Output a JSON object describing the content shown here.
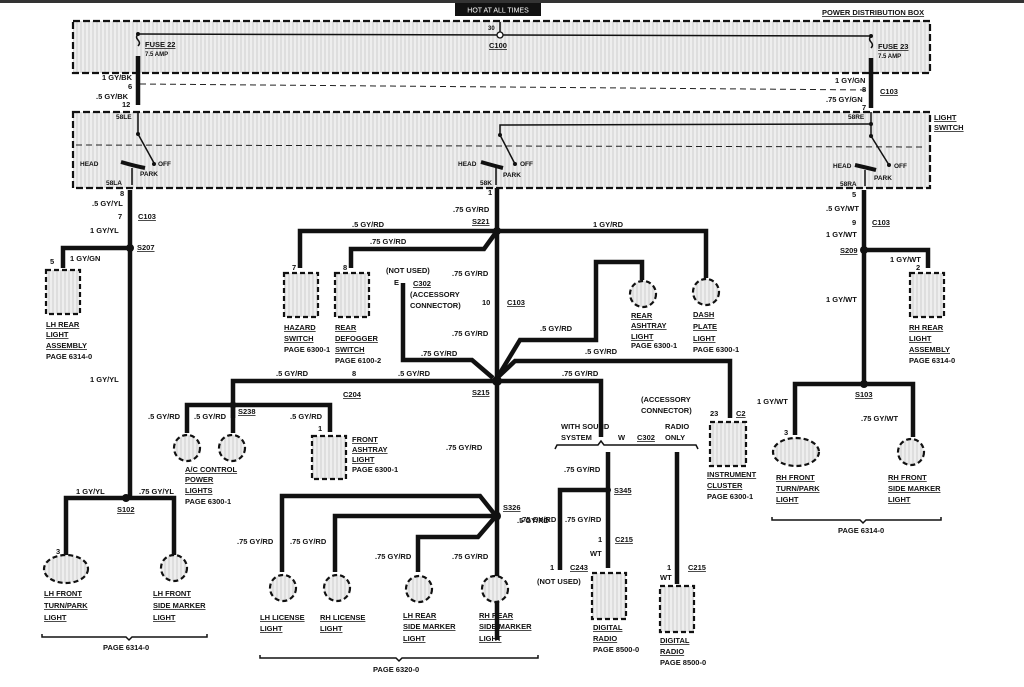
{
  "header": {
    "title": "HOT AT ALL TIMES"
  },
  "power_distribution_box": {
    "title": "POWER DISTRIBUTION BOX",
    "pin": "30",
    "connector": "C100",
    "fuse_left": {
      "name": "FUSE 22",
      "rating": "7.5 AMP"
    },
    "fuse_right": {
      "name": "FUSE 23",
      "rating": "7.5 AMP"
    }
  },
  "c103_top": {
    "left_wire_upper": "1 GY/BK",
    "left_pin_upper": "6",
    "left_wire_lower": ".5 GY/BK",
    "left_pin_lower": "12",
    "right_wire_upper": "1 GY/GN",
    "right_pin_upper": "8",
    "right_connector": "C103",
    "right_wire_lower": ".75 GY/GN",
    "right_pin_lower": "7"
  },
  "light_switch": {
    "title_line1": "LIGHT",
    "title_line2": "SWITCH",
    "left": {
      "in": "58LE",
      "head": "HEAD",
      "off": "OFF",
      "park": "PARK",
      "out": "58LA"
    },
    "center": {
      "head": "HEAD",
      "off": "OFF",
      "park": "PARK",
      "out": "58K"
    },
    "right": {
      "in": "58RE",
      "head": "HEAD",
      "off": "OFF",
      "park": "PARK",
      "out": "58RA"
    }
  },
  "left_branch": {
    "pin_top": "8",
    "wire1": ".5 GY/YL",
    "pin_c103": "7",
    "c103": "C103",
    "wire2": "1 GY/YL",
    "splice": "S207",
    "rear_wire": "1 GY/GN",
    "rear_pin": "5",
    "rear_label": [
      "LH REAR",
      "LIGHT",
      "ASSEMBLY"
    ],
    "rear_page": "PAGE 6314-0",
    "wire3": "1 GY/YL",
    "splice2": "S102",
    "front_wire_left": "1 GY/YL",
    "front_wire_right": ".75 GY/YL",
    "turn_pin": "3",
    "turn_label": [
      "LH FRONT",
      "TURN/PARK",
      "LIGHT"
    ],
    "marker_label": [
      "LH FRONT",
      "SIDE MARKER",
      "LIGHT"
    ],
    "page": "PAGE 6314-0"
  },
  "center_branch": {
    "pin_top": "1",
    "wire_top": ".75 GY/RD",
    "splice_top": "S221",
    "hazard_wire": ".5 GY/RD",
    "hazard_pin": "7",
    "hazard_label": [
      "HAZARD",
      "SWITCH"
    ],
    "hazard_page": "PAGE 6300-1",
    "defogger_wire": ".75 GY/RD",
    "defogger_pin": "8",
    "defogger_label": [
      "REAR",
      "DEFOGGER",
      "SWITCH"
    ],
    "defogger_page": "PAGE 6100-2",
    "dash_wire": "1 GY/RD",
    "dash_label": [
      "DASH",
      "PLATE",
      "LIGHT"
    ],
    "dash_page": "PAGE 6300-1",
    "wire_c103_upper": ".75 GY/RD",
    "c103_pin": "10",
    "c103": "C103",
    "wire_c103_lower": ".75 GY/RD",
    "not_used_top": "(NOT USED)",
    "c302_pin_e": "E",
    "c302": "C302",
    "accessory_top": [
      "(ACCESSORY",
      "CONNECTOR)"
    ],
    "acc_wire": ".75 GY/RD",
    "rear_ashtray_wire": ".5 GY/RD",
    "rear_ashtray_label": [
      "REAR",
      "ASHTRAY",
      "LIGHT"
    ],
    "rear_ashtray_page": "PAGE 6300-1",
    "cluster_wire": ".5 GY/RD",
    "cluster_pin": "23",
    "cluster_connector": "C2",
    "cluster_label": [
      "INSTRUMENT",
      "CLUSTER"
    ],
    "cluster_page": "PAGE 6300-1",
    "splice_main": "S215",
    "left_wire_a": ".5 GY/RD",
    "left_wire_b": ".5 GY/RD",
    "c204_pin": "8",
    "c204": "C204",
    "splice_ac": "S238",
    "ac_wire1": ".5 GY/RD",
    "ac_wire2": ".5 GY/RD",
    "ac_label": [
      "A/C CONTROL",
      "POWER",
      "LIGHTS"
    ],
    "ac_page": "PAGE 6300-1",
    "front_ashtray_wire": ".5 GY/RD",
    "front_ashtray_pin": "1",
    "front_ashtray_label": [
      "FRONT",
      "ASHTRAY",
      "LIGHT"
    ],
    "front_ashtray_page": "PAGE 6300-1",
    "radio_wire": ".75 GY/RD",
    "accessory_mid": [
      "(ACCESSORY",
      "CONNECTOR)"
    ],
    "with_sound": [
      "WITH SOUND",
      "SYSTEM"
    ],
    "c302_pin_w": "W",
    "c302_mid": "C302",
    "radio_only": [
      "RADIO",
      "ONLY"
    ],
    "down_wire": ".75 GY/RD",
    "splice_rear": "S326",
    "s326_wire": ".5 GY/RD",
    "lic_wire1": ".75 GY/RD",
    "lic_wire2": ".75 GY/RD",
    "marker_wire1": ".75 GY/RD",
    "marker_wire2": ".75 GY/RD",
    "lh_license": [
      "LH LICENSE",
      "LIGHT"
    ],
    "rh_license": [
      "RH LICENSE",
      "LIGHT"
    ],
    "lh_rear_marker": [
      "LH REAR",
      "SIDE MARKER",
      "LIGHT"
    ],
    "rh_rear_marker": [
      "RH REAR",
      "SIDE MARKER",
      "LIGHT"
    ],
    "rear_page": "PAGE 6320-0"
  },
  "radio": {
    "wire_top": ".75 GY/RD",
    "splice": "S345",
    "wire_left": ".75 GY/RD",
    "wire_right": ".75 GY/RD",
    "c243_pin": "1",
    "c243": "C243",
    "not_used": "(NOT USED)",
    "c215_pin": "1",
    "c215": "C215",
    "wt": "WT",
    "digital1": [
      "DIGITAL",
      "RADIO"
    ],
    "digital1_page": "PAGE 8500-0",
    "c215b_pin": "1",
    "c215b": "C215",
    "wtb": "WT",
    "digital2": [
      "DIGITAL",
      "RADIO"
    ],
    "digital2_page": "PAGE 8500-0"
  },
  "right_branch": {
    "pin_top": "5",
    "wire1": ".5 GY/WT",
    "pin_c103": "9",
    "c103": "C103",
    "wire2": "1 GY/WT",
    "splice": "S209",
    "rear_wire": "1 GY/WT",
    "rear_pin": "2",
    "rear_label": [
      "RH REAR",
      "LIGHT",
      "ASSEMBLY"
    ],
    "rear_page": "PAGE 6314-0",
    "wire3": "1 GY/WT",
    "splice2": "S103",
    "turn_wire": "1 GY/WT",
    "marker_wire": ".75 GY/WT",
    "turn_pin": "3",
    "turn_label": [
      "RH FRONT",
      "TURN/PARK",
      "LIGHT"
    ],
    "marker_label": [
      "RH FRONT",
      "SIDE MARKER",
      "LIGHT"
    ],
    "page": "PAGE 6314-0"
  }
}
